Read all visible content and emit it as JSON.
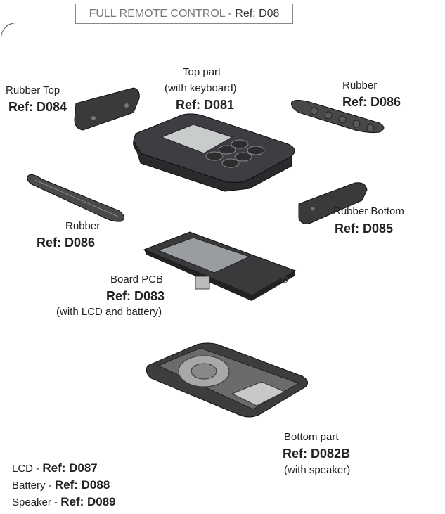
{
  "title": {
    "main": "FULL REMOTE CONTROL - ",
    "ref": "Ref: D08"
  },
  "parts": {
    "rubber_top": {
      "name": "Rubber Top",
      "ref": "Ref: D084"
    },
    "top_part": {
      "name": "Top part",
      "note": "(with keyboard)",
      "ref": "Ref: D081"
    },
    "rubber_right": {
      "name": "Rubber",
      "ref": "Ref: D086"
    },
    "rubber_left": {
      "name": "Rubber",
      "ref": "Ref: D086"
    },
    "rubber_bottom": {
      "name": "Rubber Bottom",
      "ref": "Ref: D085"
    },
    "board_pcb": {
      "name": "Board PCB",
      "ref": "Ref: D083",
      "note": "(with LCD and battery)"
    },
    "bottom_part": {
      "name": "Bottom part",
      "ref": "Ref: D082B",
      "note": "(with speaker)"
    }
  },
  "legend": [
    {
      "name": "LCD - ",
      "ref": "Ref: D087"
    },
    {
      "name": "Battery - ",
      "ref": "Ref: D088"
    },
    {
      "name": "Speaker - ",
      "ref": "Ref: D089"
    }
  ]
}
